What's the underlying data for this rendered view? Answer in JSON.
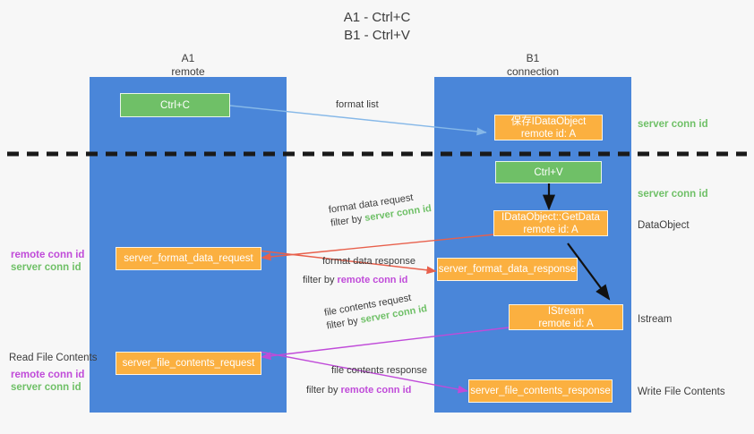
{
  "title": {
    "line1": "A1 - Ctrl+C",
    "line2": "B1 - Ctrl+V"
  },
  "columns": [
    {
      "name": "A1",
      "role": "remote"
    },
    {
      "name": "B1",
      "role": "connection"
    }
  ],
  "nodes": {
    "ctrl_c": {
      "line1": "Ctrl+C",
      "line2": "",
      "color": "#6fc067"
    },
    "ole_dataobject": {
      "line1": "保存IDataObject",
      "line2": "remote id: A",
      "color": "#fbb040"
    },
    "ctrl_v": {
      "line1": "Ctrl+V",
      "line2": "",
      "color": "#6fc067"
    },
    "getdata": {
      "line1": "IDataObject::GetData",
      "line2": "remote id: A",
      "color": "#fbb040"
    },
    "istream": {
      "line1": "IStream",
      "line2": "remote id: A",
      "color": "#fbb040"
    },
    "server_format_data_request": {
      "line1": "server_format_data_request",
      "line2": "",
      "color": "#fbb040"
    },
    "server_format_data_response": {
      "line1": "server_format_data_response",
      "line2": "",
      "color": "#fbb040"
    },
    "server_file_contents_request": {
      "line1": "server_file_contents_request",
      "line2": "",
      "color": "#fbb040"
    },
    "server_file_contents_response": {
      "line1": "server_file_contents_response",
      "line2": "",
      "color": "#fbb040"
    }
  },
  "edges": {
    "format_list": {
      "text": "format list"
    },
    "format_data_request": {
      "line1": "format data request",
      "filter_prefix": "filter by ",
      "filter_value": "server conn id",
      "filter_color": "#6fc067"
    },
    "format_data_response": {
      "line1": "format data response",
      "filter_prefix": "filter by ",
      "filter_value": "remote conn id",
      "filter_color": "#c04bd9"
    },
    "file_contents_request": {
      "line1": "file contents request",
      "filter_prefix": "filter by ",
      "filter_value": "server conn id",
      "filter_color": "#6fc067"
    },
    "file_contents_response": {
      "line1": "file contents response",
      "filter_prefix": "filter by ",
      "filter_value": "remote conn id",
      "filter_color": "#c04bd9"
    }
  },
  "annotations": {
    "server_conn_id_top": "server conn id",
    "server_conn_id_second": "server conn id",
    "caption_dataobject": "DataObject",
    "caption_istream": "Istream",
    "caption_write_file": "Write File Contents",
    "read_file_contents": "Read File Contents",
    "left_mid_remote": "remote conn id",
    "left_mid_server": "server conn id",
    "left_low_remote": "remote conn id",
    "left_low_server": "server conn id"
  },
  "colors": {
    "lane": "#4a86d9",
    "orange": "#fbb040",
    "green": "#6fc067",
    "violet": "#c04bd9",
    "red": "#e8604c",
    "lightblue": "#86b8e8",
    "dashed": "#1a1a1a",
    "background": "#f7f7f7"
  }
}
